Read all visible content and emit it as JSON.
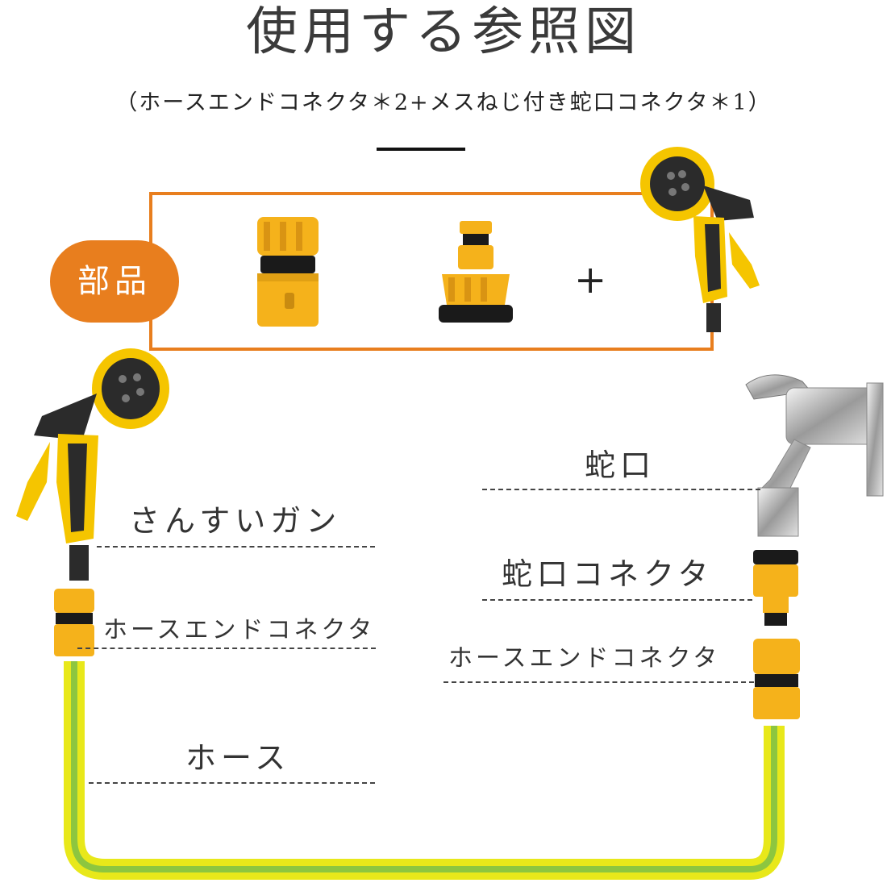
{
  "title": "使用する参照図",
  "subtitle": "（ホースエンドコネクタ＊2+メスねじ付き蛇口コネクタ＊1）",
  "parts": {
    "badge": "部品",
    "plus": "+"
  },
  "labels": {
    "spray_gun": "さんすいガン",
    "hose_end_connector_left": "ホースエンドコネクタ",
    "hose": "ホース",
    "faucet": "蛇口",
    "faucet_connector": "蛇口コネクタ",
    "hose_end_connector_right": "ホースエンドコネクタ"
  },
  "colors": {
    "accent_orange": "#E87E1E",
    "connector_yellow": "#F5B21B",
    "hose_green": "#8DC63F",
    "hose_yellow": "#E8E81A",
    "gun_black": "#2b2b2b"
  },
  "icons": [
    "hose-end-connector-icon",
    "faucet-connector-icon",
    "spray-gun-icon",
    "faucet-icon",
    "hose-icon"
  ]
}
